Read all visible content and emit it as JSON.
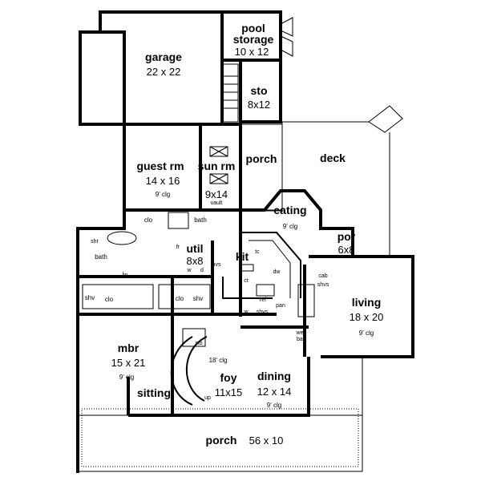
{
  "rooms": {
    "pool_storage": {
      "name1": "pool",
      "name2": "storage",
      "size": "10 x 12"
    },
    "garage": {
      "name": "garage",
      "size": "22 x 22"
    },
    "sto_upper": {
      "name": "sto",
      "size": "8x12"
    },
    "deck": {
      "name": "deck"
    },
    "porch_rear": {
      "name": "porch"
    },
    "guest_rm": {
      "name": "guest rm",
      "size": "14 x 16",
      "ceiling": "9' clg"
    },
    "sun_rm": {
      "name": "sun rm",
      "size": "9x14",
      "ceiling": "vault"
    },
    "eating": {
      "name": "eating",
      "ceiling": "9' clg"
    },
    "por": {
      "name": "por",
      "size": "6x8"
    },
    "util": {
      "name": "util",
      "size": "8x8"
    },
    "kit": {
      "name": "kit"
    },
    "living": {
      "name": "living",
      "size": "18 x 20",
      "ceiling": "9' clg"
    },
    "mbr": {
      "name": "mbr",
      "size": "15 x 21",
      "ceiling": "9' clg",
      "sitting": "sitting"
    },
    "foy": {
      "name": "foy",
      "size": "11x15",
      "ceiling": "18' clg"
    },
    "dining": {
      "name": "dining",
      "size": "12 x 14",
      "ceiling": "9' clg"
    },
    "porch_front": {
      "name": "porch",
      "size": "56 x 10"
    }
  },
  "fixtures": {
    "clo": "clo",
    "bath": "bath",
    "shr": "shr",
    "lin": "lin",
    "shv": "shv",
    "fr": "fr",
    "w": "w",
    "d": "d",
    "ovs": "ovs",
    "tc": "tc",
    "dw": "dw",
    "ct": "ct",
    "ref": "ref",
    "cab": "cab",
    "shvs": "shvs",
    "pan": "pan",
    "wet_bar": "wet",
    "wet_bar2": "bar",
    "sto": "sto",
    "up": "up"
  }
}
